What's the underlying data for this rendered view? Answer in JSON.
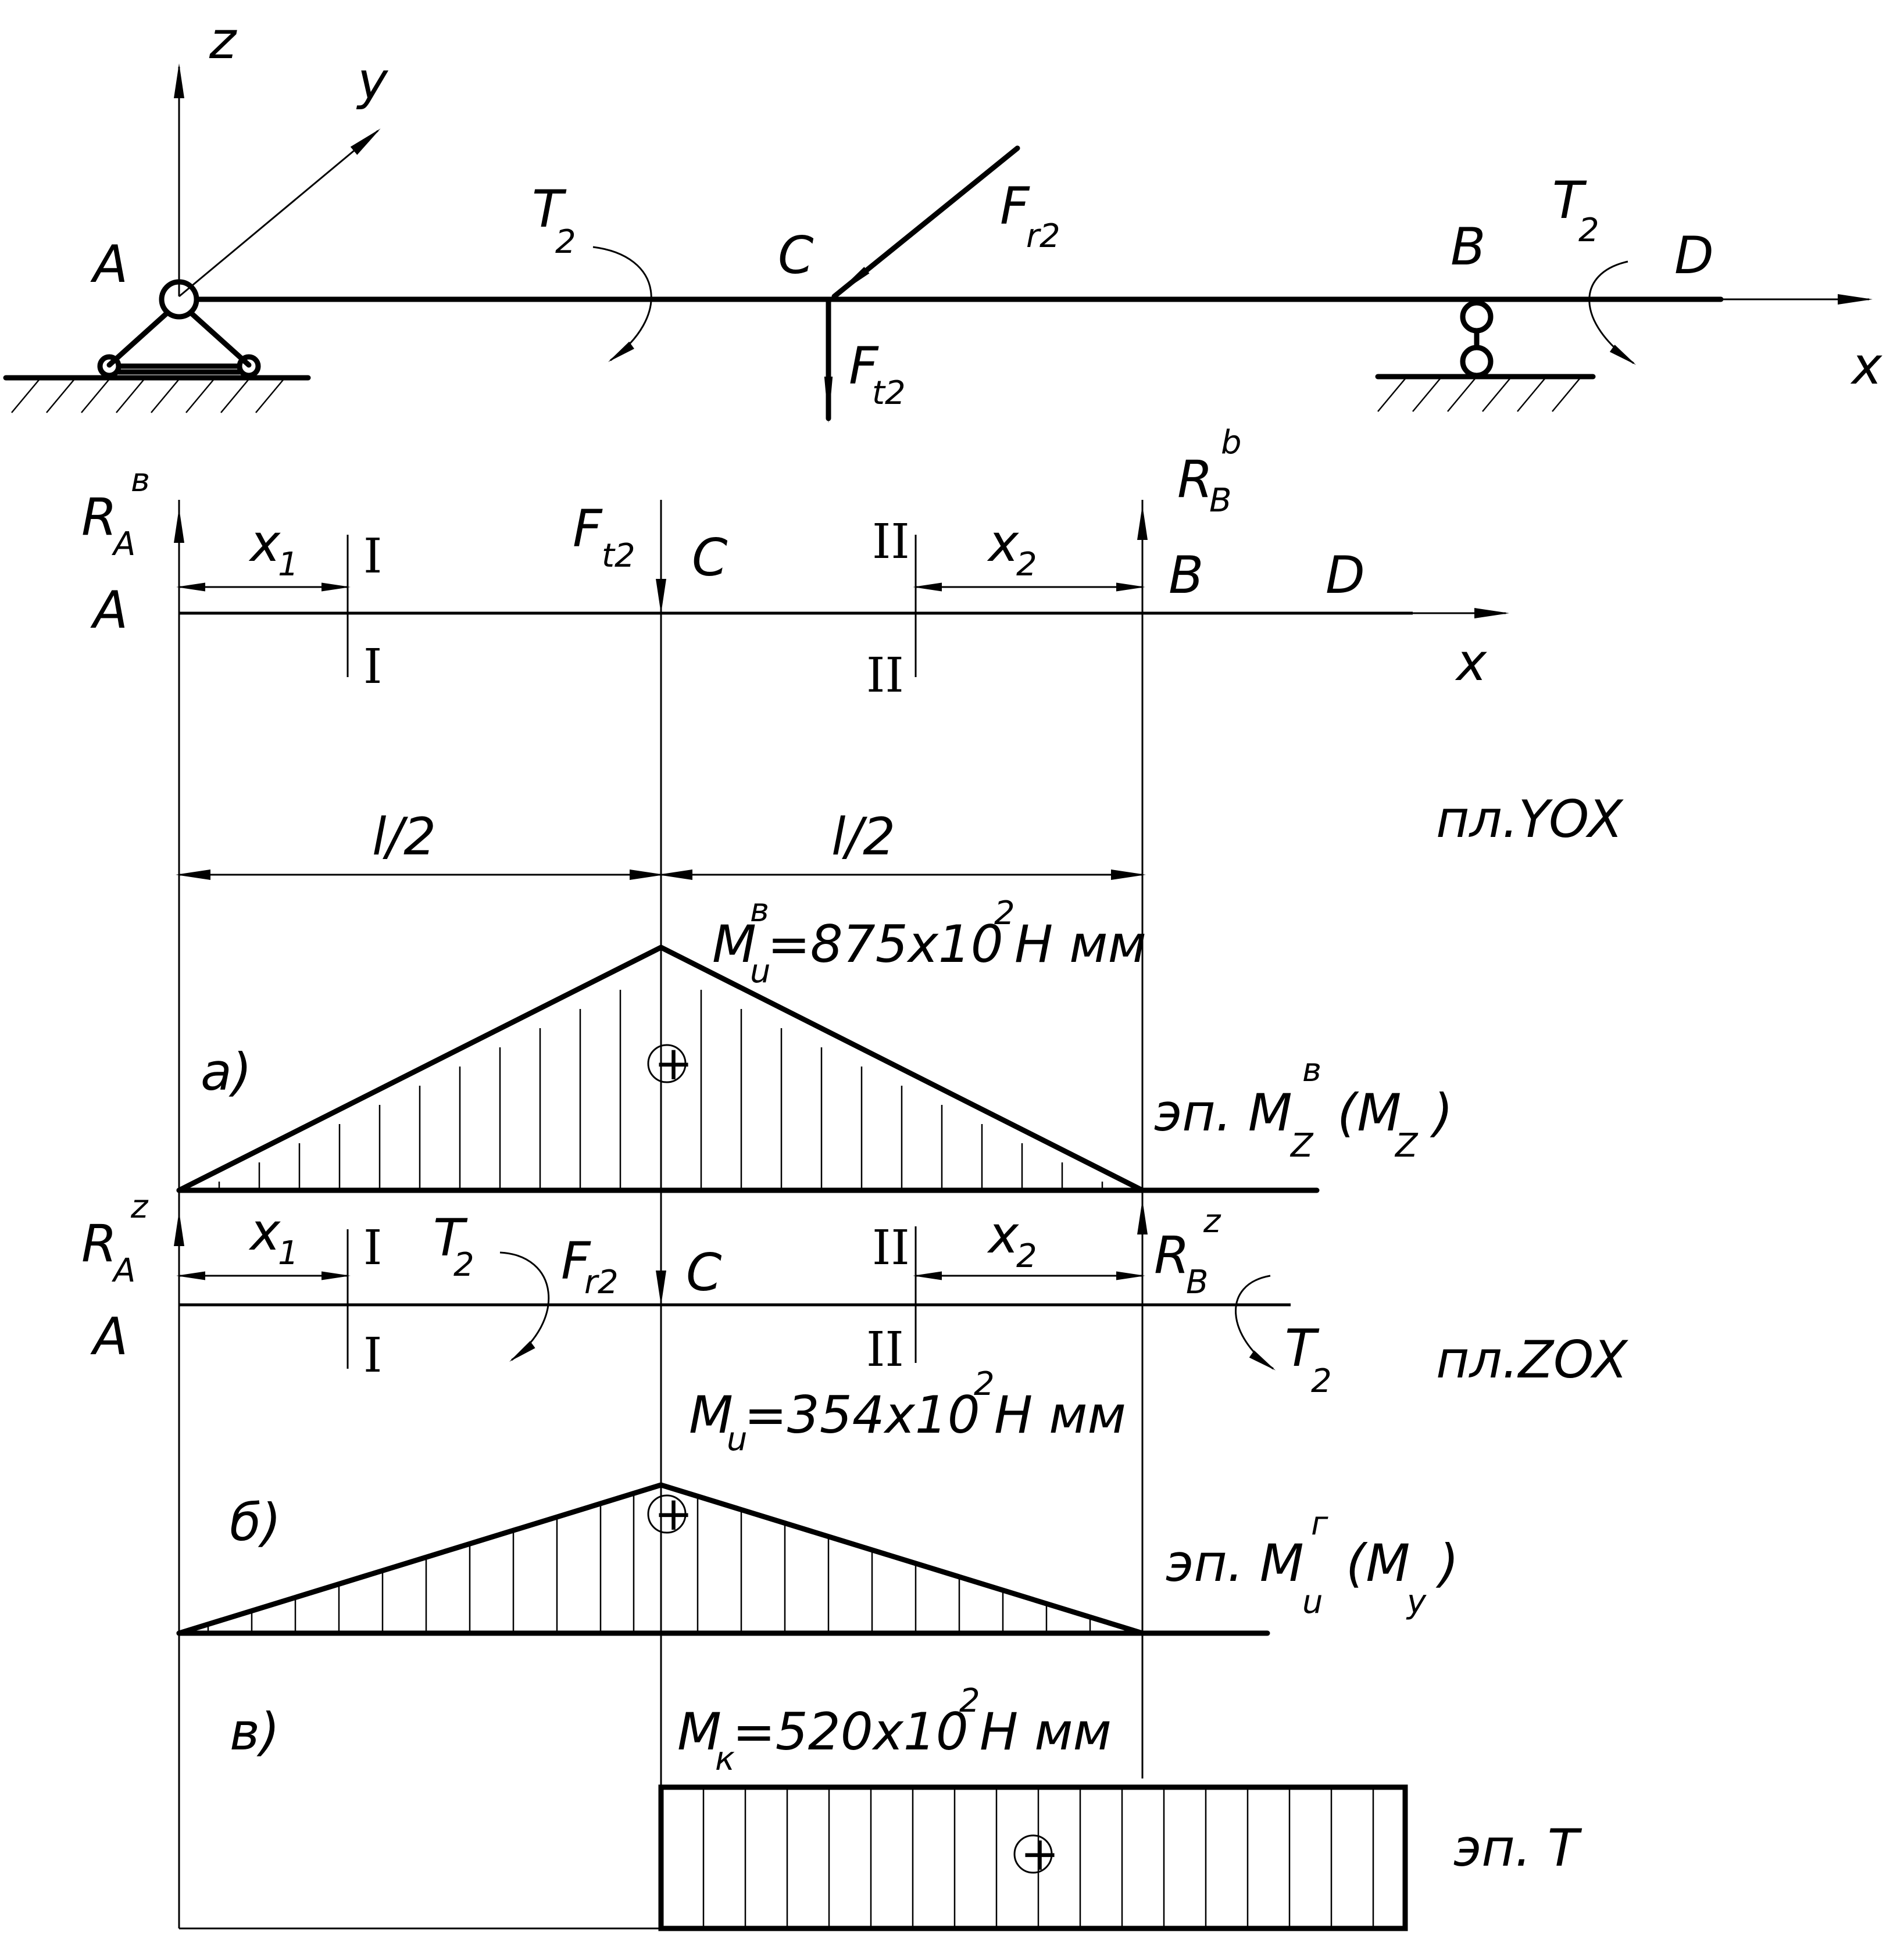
{
  "beam": {
    "axis_z": "z",
    "axis_y": "y",
    "axis_x": "x",
    "point_a": "A",
    "point_b": "B",
    "point_c": "C",
    "point_d": "D",
    "torque_left": "T",
    "torque_right": "T",
    "torque_sub": "2",
    "force_radial": "F",
    "force_radial_sub": "r2",
    "force_tangential": "F",
    "force_tangential_sub": "t2"
  },
  "plane_yox": {
    "ra_label": "R",
    "ra_sub": "A",
    "ra_sup": "в",
    "rb_label": "R",
    "rb_sub": "B",
    "rb_sup": "b",
    "force_label": "F",
    "force_sub": "t2",
    "point_a": "A",
    "point_b": "B",
    "point_c": "C",
    "point_d": "D",
    "axis_x": "x",
    "section_1": "I",
    "section_2": "II",
    "x1": "x",
    "x1_sub": "1",
    "x2": "x",
    "x2_sub": "2",
    "half_left": "l/2",
    "half_right": "l/2",
    "plane_label": "пл.YOX"
  },
  "diagram_a": {
    "tag": "а)",
    "max_label_m": "M",
    "max_label_sub": "u",
    "max_label_sup": "в",
    "max_label_value": "=875x10",
    "max_label_exp": "2",
    "max_label_unit": "Н мм",
    "sign": "+",
    "name_prefix": "эп. M",
    "name_sub": "Z",
    "name_sup": "в",
    "name_paren": "(M",
    "name_paren_sub": "Z",
    "name_paren_close": ")"
  },
  "plane_zox": {
    "ra_label": "R",
    "ra_sub": "A",
    "ra_sup": "z",
    "rb_label": "R",
    "rb_sub": "B",
    "rb_sup": "z",
    "force_label": "F",
    "force_sub": "r2",
    "torque_left": "T",
    "torque_right": "T",
    "torque_sub": "2",
    "point_a": "A",
    "point_c": "C",
    "section_1": "I",
    "section_2": "II",
    "x1": "x",
    "x1_sub": "1",
    "x2": "x",
    "x2_sub": "2",
    "plane_label": "пл.ZOX"
  },
  "diagram_b": {
    "tag": "б)",
    "max_label_m": "M",
    "max_label_sub": "u",
    "max_label_value": "=354x10",
    "max_label_exp": "2",
    "max_label_unit": "Н мм",
    "sign": "+",
    "name_prefix": "эп. M",
    "name_sub": "u",
    "name_sup": "г",
    "name_paren": "(M",
    "name_paren_sub": "y",
    "name_paren_close": ")"
  },
  "diagram_c": {
    "tag": "в)",
    "max_label_m": "M",
    "max_label_sub": "к",
    "max_label_value": "=520x10",
    "max_label_exp": "2",
    "max_label_unit": "Н мм",
    "sign": "+",
    "name": "эп. T"
  }
}
